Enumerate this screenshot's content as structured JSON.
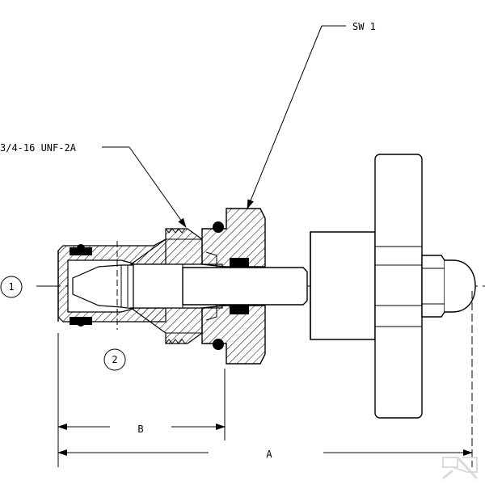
{
  "callouts": {
    "wrench_size": "SW 1",
    "thread_spec": "3/4-16 UNF-2A"
  },
  "ports": {
    "port_1": "1",
    "port_2": "2"
  },
  "dimensions": {
    "overall_length": "A",
    "insertion_length": "B"
  },
  "colors": {
    "line": "#000000",
    "background": "#ffffff",
    "watermark": "#d8d8d8"
  }
}
